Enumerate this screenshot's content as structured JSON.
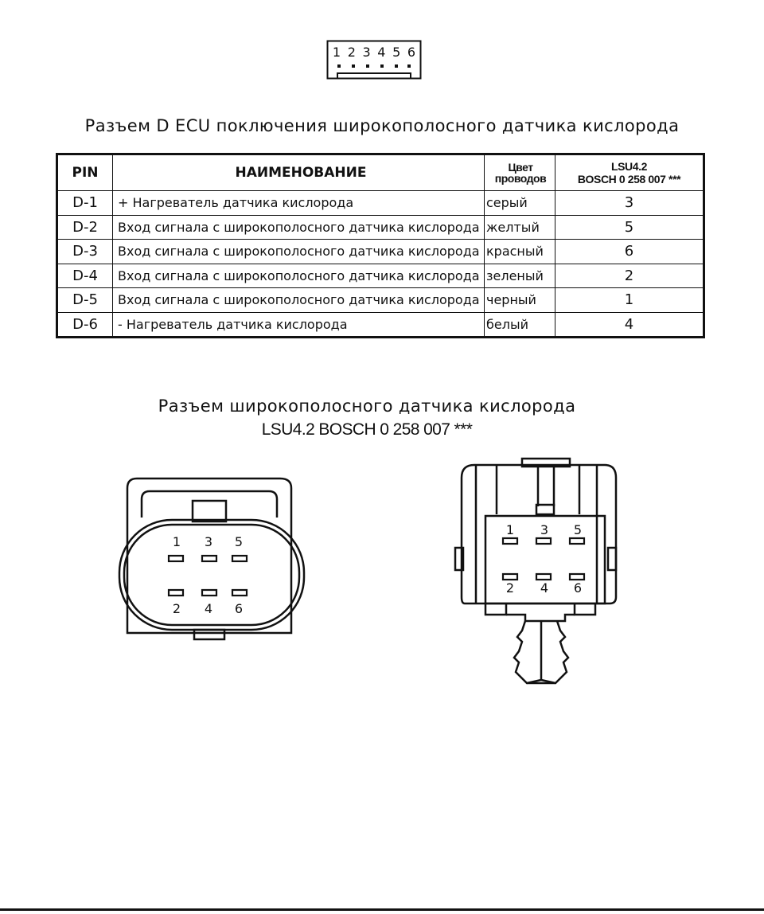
{
  "top_connector": {
    "pins": [
      "1",
      "2",
      "3",
      "4",
      "5",
      "6"
    ]
  },
  "title1": "Разъем D ECU поключения широкополосного датчика кислорода",
  "table": {
    "headers": {
      "pin": "PIN",
      "name": "НАИМЕНОВАНИЕ",
      "color_line1": "Цвет",
      "color_line2": "проводов",
      "lsu_line1": "LSU4.2",
      "lsu_line2": "BOSCH 0 258 007 ***"
    },
    "rows": [
      {
        "pin": "D-1",
        "name": "+ Нагреватель датчика кислорода",
        "color": "серый",
        "lsu": "3"
      },
      {
        "pin": "D-2",
        "name": "Вход сигнала с широкополосного датчика кислорода",
        "color": "желтый",
        "lsu": "5"
      },
      {
        "pin": "D-3",
        "name": "Вход сигнала с широкополосного датчика кислорода",
        "color": "красный",
        "lsu": "6"
      },
      {
        "pin": "D-4",
        "name": "Вход сигнала с широкополосного датчика кислорода",
        "color": "зеленый",
        "lsu": "2"
      },
      {
        "pin": "D-5",
        "name": "Вход сигнала с широкополосного датчика кислорода",
        "color": "черный",
        "lsu": "1"
      },
      {
        "pin": "D-6",
        "name": "- Нагреватель датчика кислорода",
        "color": "белый",
        "lsu": "4"
      }
    ]
  },
  "title2_line1": "Разъем широкополосного датчика кислорода",
  "title2_line2": "LSU4.2  BOSCH 0 258 007 ***",
  "left_connector": {
    "top_pins": [
      "1",
      "3",
      "5"
    ],
    "bottom_pins": [
      "2",
      "4",
      "6"
    ]
  },
  "right_connector": {
    "top_pins": [
      "1",
      "3",
      "5"
    ],
    "bottom_pins": [
      "2",
      "4",
      "6"
    ]
  }
}
